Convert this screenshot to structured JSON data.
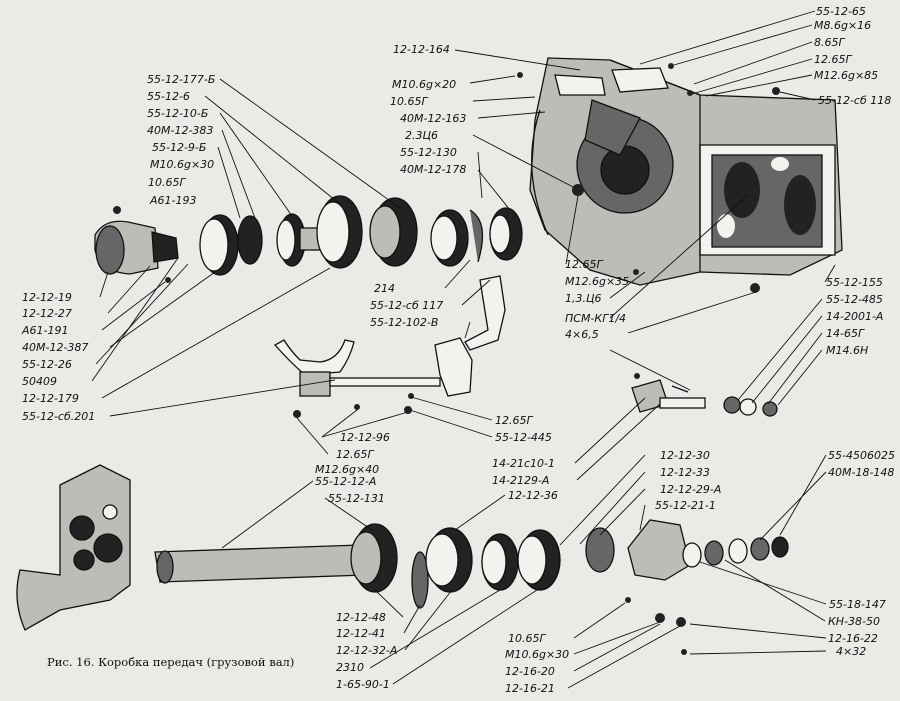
{
  "caption": "Рис. 16. Коробка передач (грузовой вал)",
  "labels": {
    "l01": "55-12-65",
    "l02": "М8.6g×16",
    "l03": "8.65Г",
    "l04": "12.65Г",
    "l05": "М12.6g×85",
    "l06": "55-12-сб 118",
    "l07": "12-12-164",
    "l08": "М10.6g×20",
    "l09": "10.65Г",
    "l10": "40М-12-163",
    "l11": "2.3Ц6",
    "l12": "55-12-130",
    "l13": "40М-12-178",
    "l14": "55-12-177-Б",
    "l15": "55-12-6",
    "l16": "55-12-10-Б",
    "l17": "40М-12-383",
    "l18": "55-12-9-Б",
    "l19": "М10.6g×30",
    "l20": "10.65Г",
    "l21": "А61-193",
    "l22": "12-12-19",
    "l23": "12-12-27",
    "l24": "А61-191",
    "l25": "40М-12-387",
    "l26": "55-12-26",
    "l27": "50409",
    "l28": "12-12-179",
    "l29": "55-12-сб.201",
    "l30": "214",
    "l31": "55-12-сб 117",
    "l32": "55-12-102-В",
    "l33": "12-12-96",
    "l34": "12.65Г",
    "l35": "М12.6g×40",
    "l36": "12.65Г",
    "l37": "55-12-445",
    "l38": "12.65Г",
    "l39": "М12.6g×35",
    "l40": "1,3.Ц6",
    "l41": "ПСМ-КГ1/4",
    "l42": "4×6,5",
    "l43": "55-12-155",
    "l44": "55-12-485",
    "l45": "14-2001-А",
    "l46": "14-65Г",
    "l47": "М14.6Н",
    "l48": "14-21с10-1",
    "l49": "14-2129-А",
    "l50": "12-12-30",
    "l51": "12-12-33",
    "l52": "12-12-29-А",
    "l53": "55-12-21-1",
    "l54": "55-4506025",
    "l55": "40М-18-148",
    "l56": "55-18-147",
    "l57": "КН-38-50",
    "l58": "12-16-22",
    "l59": "4×32",
    "l60": "",
    "l61": "55-12-12-А",
    "l62": "55-12-131",
    "l63": "12-12-36",
    "l64": "12-12-48",
    "l65": "12-12-41",
    "l66": "12-12-32-А",
    "l67": "2310",
    "l68": "1-65-90-1",
    "l69": "10.65Г",
    "l70": "М10.6g×30",
    "l71": "12-16-20",
    "l72": "12-16-21"
  }
}
